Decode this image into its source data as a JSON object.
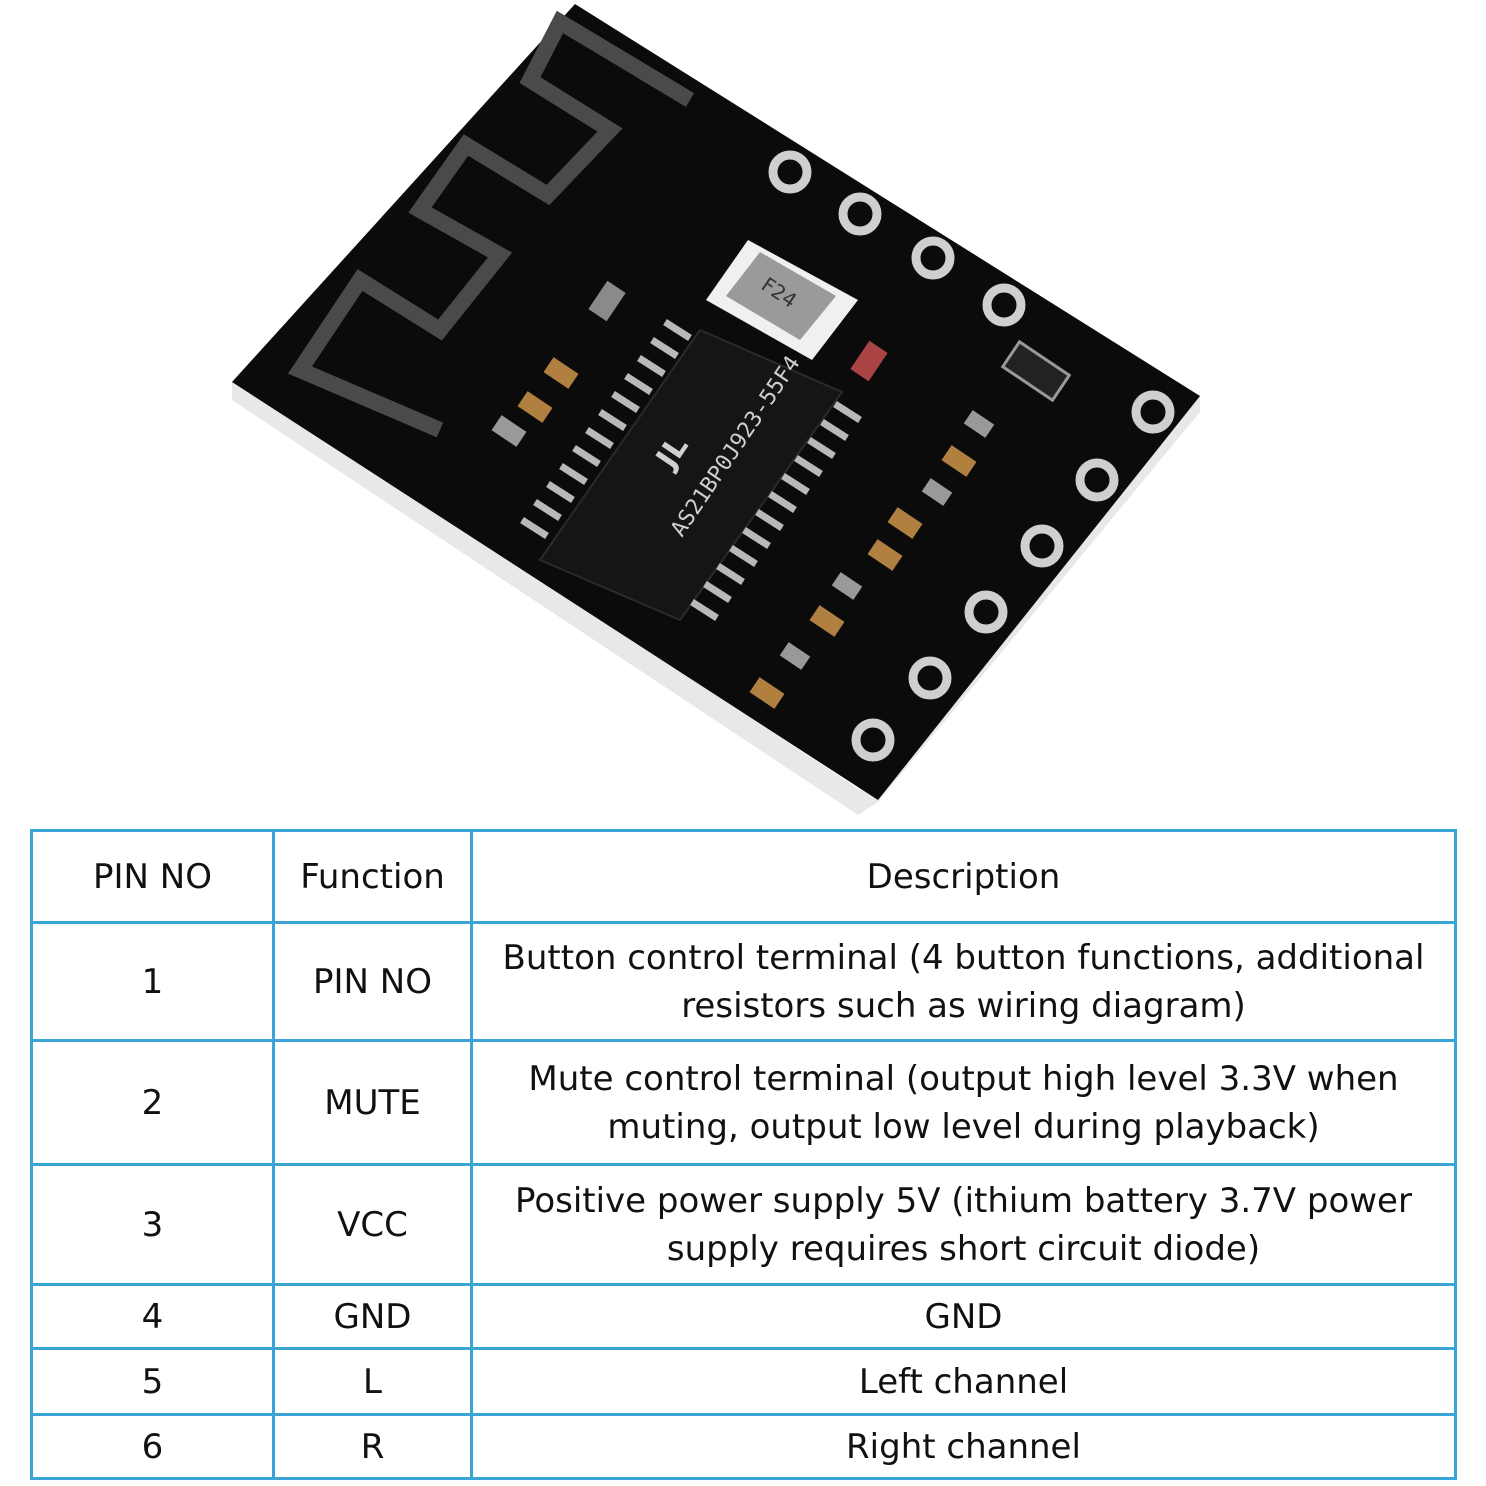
{
  "board": {
    "chip_marking": "AS21BP0J923-55F4",
    "chip_logo": "JL",
    "crystal_marking": "F24",
    "colors": {
      "pcb": "#0b0b0b",
      "silk": "#d8d8d8",
      "pad": "#c9c9c9",
      "edge": "#e6e6e6"
    }
  },
  "table": {
    "headers": [
      "PIN NO",
      "Function",
      "Description"
    ],
    "rows": [
      {
        "pin": "1",
        "function": "PIN NO",
        "description": "Button control terminal (4 button functions, additional resistors such as wiring diagram)"
      },
      {
        "pin": "2",
        "function": "MUTE",
        "description": "Mute control terminal (output high level 3.3V when muting, output low level during playback)"
      },
      {
        "pin": "3",
        "function": "VCC",
        "description": "Positive power supply 5V (ithium battery 3.7V power supply requires short circuit diode)"
      },
      {
        "pin": "4",
        "function": "GND",
        "description": "GND"
      },
      {
        "pin": "5",
        "function": "L",
        "description": "Left channel"
      },
      {
        "pin": "6",
        "function": "R",
        "description": "Right channel"
      }
    ],
    "border_color": "#3aa4d6"
  }
}
